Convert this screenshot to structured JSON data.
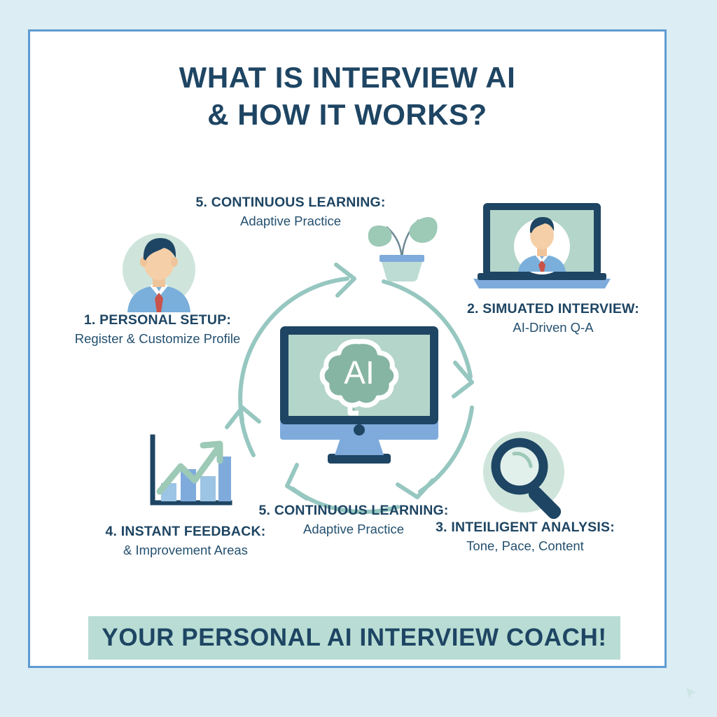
{
  "page": {
    "title_line1": "WHAT IS INTERVIEW AI",
    "title_line2": "& HOW IT WORKS?"
  },
  "steps": [
    {
      "id": "personal-setup",
      "heading": "1. PERSONAL SETUP:",
      "subtext": "Register & Customize Profile",
      "icon": "person-avatar-icon"
    },
    {
      "id": "simulated-interview",
      "heading": "2. SIMUATED INTERVIEW:",
      "subtext": "AI-Driven Q-A",
      "icon": "laptop-video-call-icon"
    },
    {
      "id": "intelligent-analysis",
      "heading": "3. INTEILIGENT ANALYSIS:",
      "subtext": "Tone, Pace, Content",
      "icon": "magnifying-glass-icon"
    },
    {
      "id": "instant-feedback",
      "heading": "4. INSTANT FEEDBACK:",
      "subtext": "& Improvement Areas",
      "icon": "bar-chart-growth-icon"
    },
    {
      "id": "continuous-learning-top",
      "heading": "5. CONTINUOUS LEARNING:",
      "subtext": "Adaptive Practice",
      "icon": "potted-plant-icon"
    },
    {
      "id": "continuous-learning-bottom",
      "heading": "5. CONTINUOUS LEARNING:",
      "subtext": "Adaptive Practice",
      "icon": "none"
    }
  ],
  "center": {
    "icon": "desktop-monitor-icon",
    "screen_label": "AI",
    "brain_icon": "brain-icon"
  },
  "cycle": {
    "icon": "circular-arrows-icon",
    "arrow_count": 5,
    "direction": "clockwise"
  },
  "banner": {
    "text": "YOUR PERSONAL AI INTERVIEW COACH!"
  },
  "colors": {
    "page_background": "#dcedf4",
    "card_background": "#ffffff",
    "card_border": "#5e9bd1",
    "navy_text": "#1e4563",
    "sage_green": "#8fc4bc",
    "screen_green": "#b4d5c9",
    "brain_green": "#86b5a3",
    "blue_accent": "#7fabdc",
    "banner_background": "#b9ddd4",
    "tie_red": "#c9534a",
    "skin": "#f5cfa8",
    "shirt_blue": "#7aafdb"
  }
}
